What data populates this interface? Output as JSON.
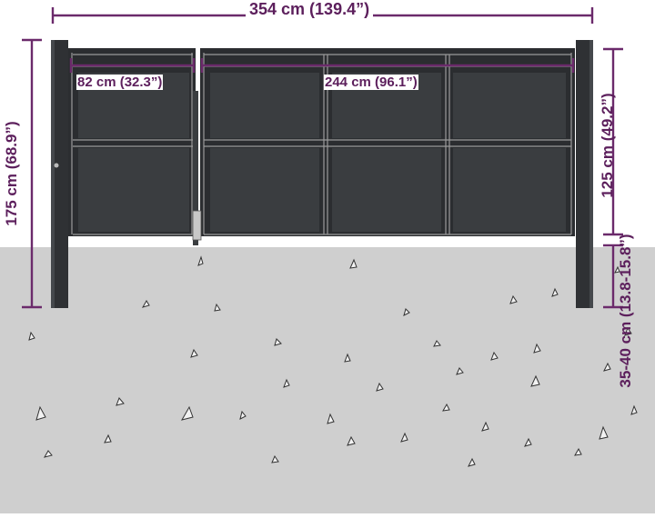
{
  "dimensions": {
    "total_width": "354 cm (139.4”)",
    "small_leaf_width": "82 cm (32.3”)",
    "large_leaf_width": "244 cm (96.1”)",
    "post_height": "175 cm (68.9”)",
    "gate_height": "125 cm (49.2”)",
    "ground_clearance": "35-40 cm (13.8-15.8”)"
  },
  "colors": {
    "dimension_line": "#6b2a6b",
    "gate_panel": "#3a3d40",
    "gate_frame": "#2b2d30",
    "ground": "#cfcfcf",
    "post": "#2f3134"
  }
}
